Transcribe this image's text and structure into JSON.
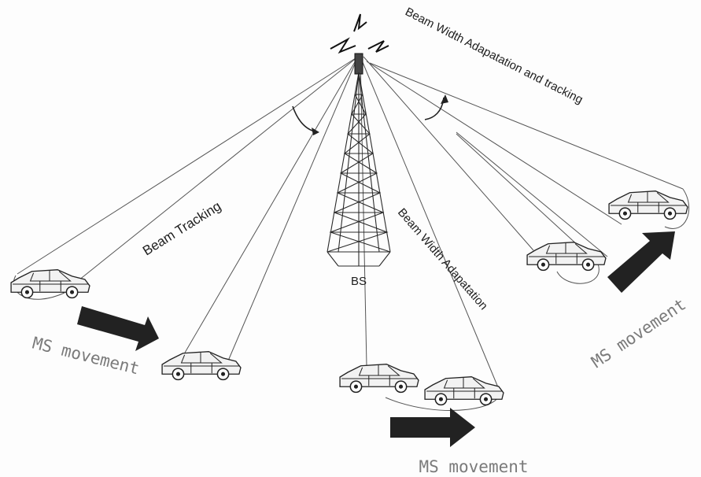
{
  "labels": {
    "bs": "BS",
    "beam_tracking": "Beam Tracking",
    "beam_width_adaptation": "Beam Width Adapatation",
    "beam_width_adaptation_tracking": "Beam Width Adapatation and tracking",
    "ms_movement_left": "MS movement",
    "ms_movement_bottom": "MS movement",
    "ms_movement_right": "MS movement"
  },
  "colors": {
    "line": "#555555",
    "ink": "#222222",
    "mono_text": "#7a7a7a"
  },
  "icons": {
    "antenna": "lightning-zigzag",
    "vehicle": "car",
    "movement": "block-arrow"
  }
}
